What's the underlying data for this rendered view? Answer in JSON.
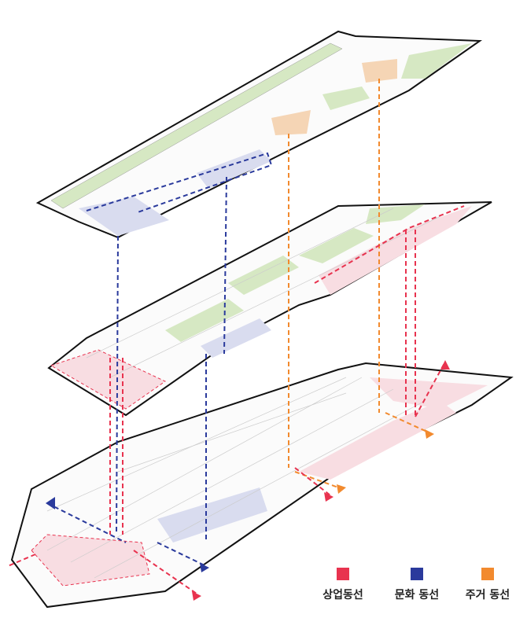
{
  "legend": [
    {
      "label": "상업동선",
      "color": "#e8334f"
    },
    {
      "label": "문화 동선",
      "color": "#2a3a9c"
    },
    {
      "label": "주거 동선",
      "color": "#f28a2e"
    }
  ],
  "colors": {
    "green": "#d6e8c3",
    "pink": "#f8dde2",
    "lavender": "#d9dcef",
    "tan": "#f5d5b5"
  }
}
